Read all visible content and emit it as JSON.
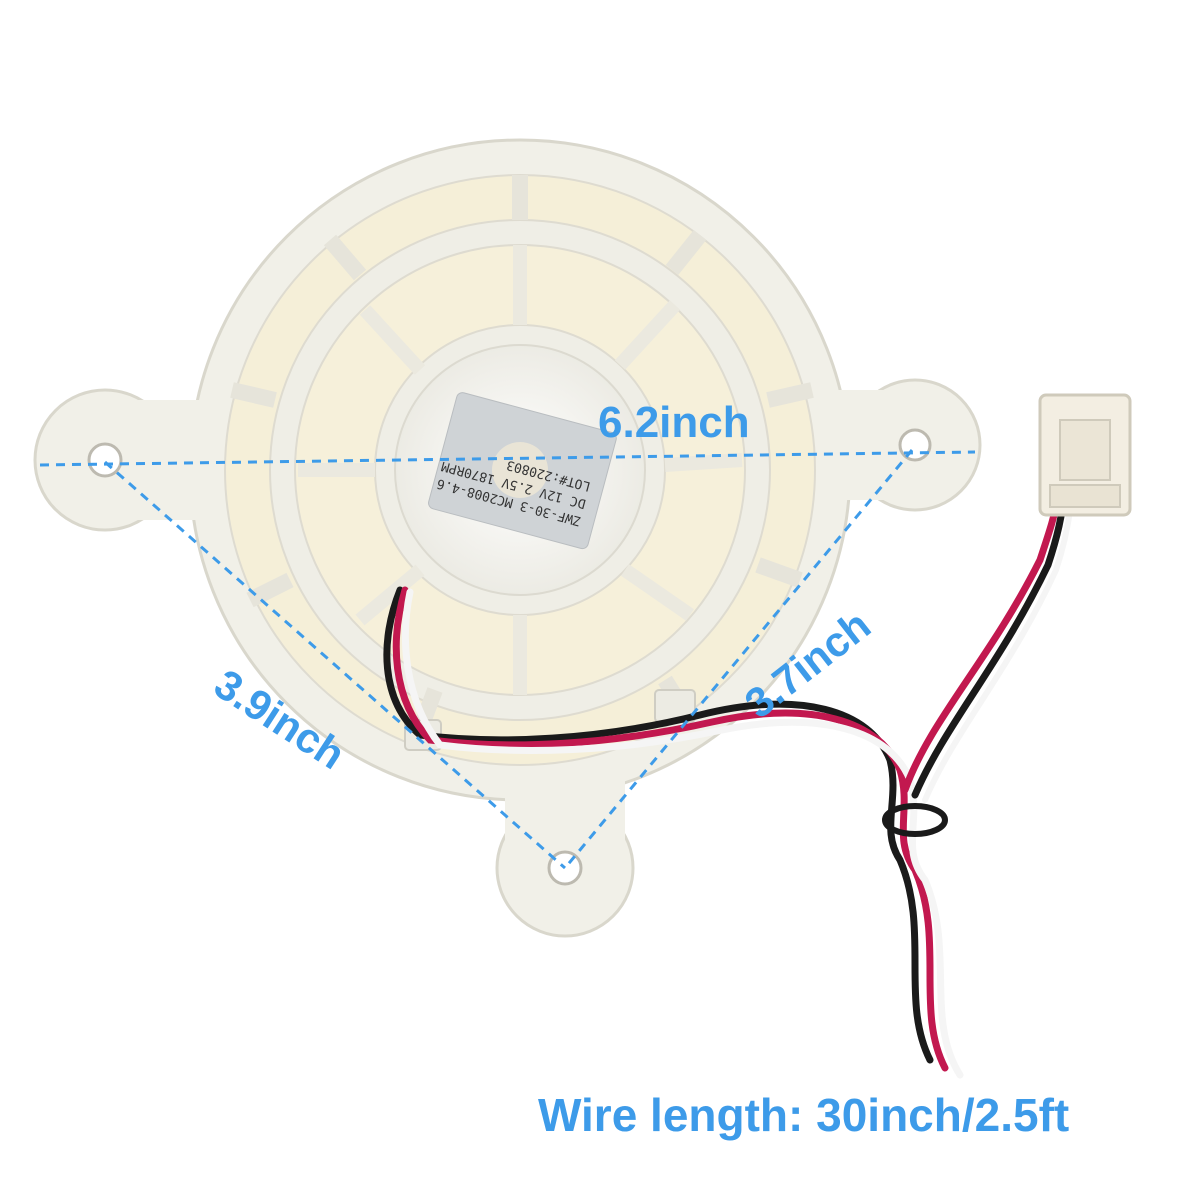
{
  "dimensions": {
    "width": "6.2inch",
    "left_side": "3.9inch",
    "right_side": "3.7inch"
  },
  "wire_length": "Wire length: 30inch/2.5ft",
  "motor_label": {
    "line1": "ZWF-30-3  MC2008-4.6",
    "line2": "DC 12V  2.5V  1870RPM",
    "line3": "LOT#:220803"
  },
  "colors": {
    "accent": "#3d9be9",
    "housing": "#f1f0e8",
    "wire_red": "#c2184f",
    "wire_black": "#1a1a1a",
    "wire_white": "#f5f5f5"
  }
}
